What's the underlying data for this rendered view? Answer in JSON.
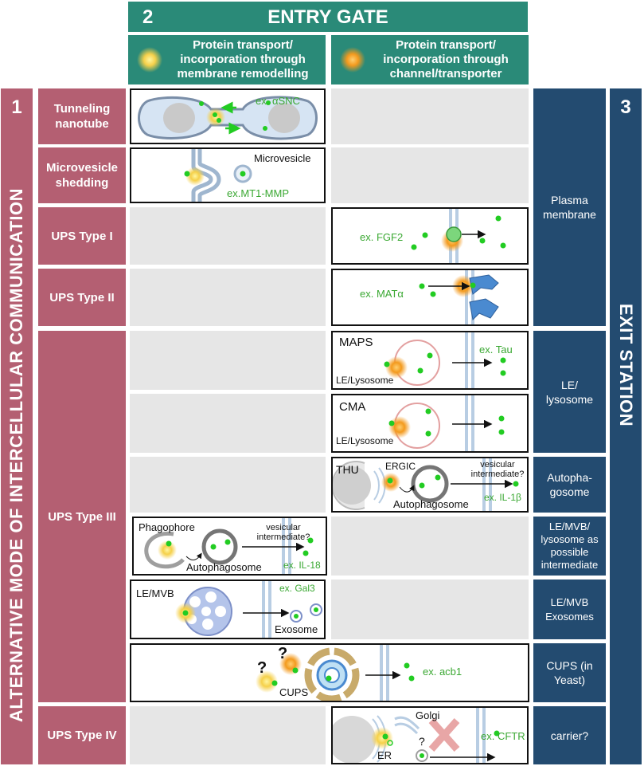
{
  "header": {
    "entry_gate_number": "2",
    "entry_gate_title": "ENTRY GATE",
    "col1_title": "Protein transport/ incorporation through membrane remodelling",
    "col2_title": "Protein transport/ incorporation through channel/transporter"
  },
  "left_section": {
    "number": "1",
    "title": "ALTERNATIVE MODE OF INTERCELLULAR COMMUNICATION"
  },
  "right_section": {
    "number": "3",
    "title": "EXIT STATION"
  },
  "row_labels": {
    "tnt": "Tunneling nanotube",
    "mv": "Microvesicle shedding",
    "ups1": "UPS Type I",
    "ups2": "UPS Type II",
    "ups3": "UPS Type III",
    "ups4": "UPS Type IV"
  },
  "exit_labels": {
    "plasma": "Plasma membrane",
    "lelyso": "LE/ lysosome",
    "autophago": "Autopha- gosome",
    "lemvb_inter": "LE/MVB/ lysosome as possible intermediate",
    "lemvb_exo": "LE/MVB Exosomes",
    "cups": "CUPS (in Yeast)",
    "carrier": "carrier?"
  },
  "panels": {
    "tnt": {
      "example": "ex. αSNC"
    },
    "mv": {
      "vesicle": "Microvesicle",
      "example": "ex.MT1-MMP"
    },
    "ups1": {
      "example": "ex. FGF2"
    },
    "ups2": {
      "example": "ex. MATα"
    },
    "maps": {
      "name": "MAPS",
      "organelle": "LE/Lysosome",
      "example": "ex. Tau"
    },
    "cma": {
      "name": "CMA",
      "organelle": "LE/Lysosome"
    },
    "thu": {
      "name": "THU",
      "ergic": "ERGIC",
      "intermediate": "vesicular intermediate?",
      "organelle": "Autophagosome",
      "example": "ex. IL-1β"
    },
    "phago": {
      "phagophore": "Phagophore",
      "intermediate": "vesicular intermediate?",
      "organelle": "Autophagosome",
      "example": "ex. IL-18"
    },
    "lemvb": {
      "name": "LE/MVB",
      "example": "ex. Gal3",
      "exosome": "Exosome"
    },
    "cups": {
      "q": "?",
      "name": "CUPS",
      "example": "ex. acb1"
    },
    "ups4": {
      "golgi": "Golgi",
      "q": "?",
      "er": "ER",
      "example": "ex. CFTR"
    }
  },
  "colors": {
    "teal": "#2a8a78",
    "navy": "#234b70",
    "rose": "#b45f72",
    "example_green": "#3aa832",
    "dot_green": "#22cc22"
  }
}
